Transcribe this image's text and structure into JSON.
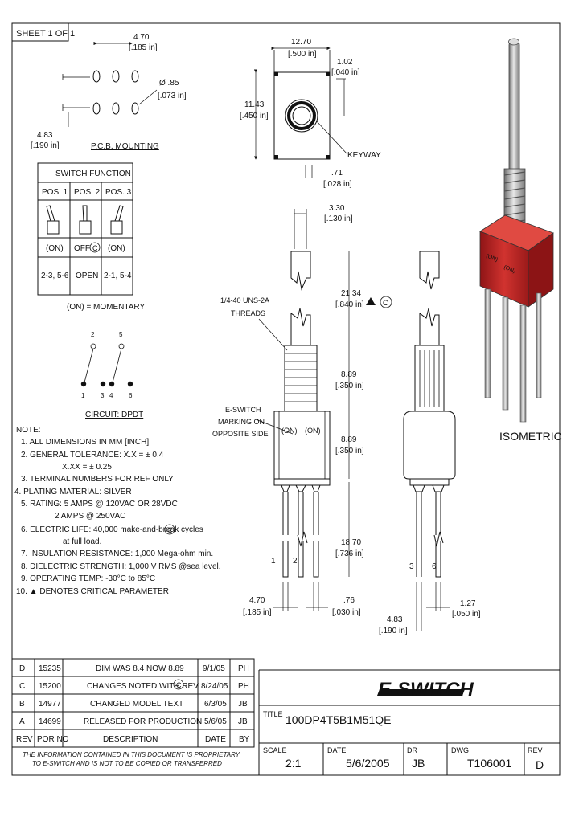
{
  "sheet_label": "SHEET 1 OF 1",
  "pcb": {
    "dim_top": "4.70",
    "dim_top_in": "[.185 in]",
    "hole_dia": "Ø .85",
    "hole_dia_in": "[.073 in]",
    "dim_left": "4.83",
    "dim_left_in": "[.190 in]",
    "title": "P.C.B. MOUNTING"
  },
  "switch_function": {
    "title": "SWITCH FUNCTION",
    "headers": [
      "POS. 1",
      "POS. 2",
      "POS. 3"
    ],
    "state_row": [
      "(ON)",
      "OFF",
      "(ON)"
    ],
    "circuit_row": [
      "2-3, 5-6",
      "OPEN",
      "2-1, 5-4"
    ],
    "critical_mark": "C"
  },
  "momentary_note": "(ON) = MOMENTARY",
  "circuit": {
    "label": "CIRCUIT: DPDT",
    "top_terminals": [
      "2",
      "5"
    ],
    "bottom_terminals": [
      "1",
      "3",
      "4",
      "6"
    ]
  },
  "notes": {
    "heading": "NOTE:",
    "items": [
      "1. ALL DIMENSIONS IN MM [INCH]",
      "2. GENERAL TOLERANCE: X.X = ± 0.4",
      "X.XX = ± 0.25",
      "3. TERMINAL NUMBERS FOR REF ONLY",
      "4. PLATING MATERIAL: SILVER",
      "5. RATING: 5 AMPS @ 120VAC OR 28VDC",
      "2 AMPS @ 250VAC",
      "6. ELECTRIC LIFE: 40,000 make-and-break cycles",
      "at full load.",
      "7. INSULATION RESISTANCE: 1,000 Mega-ohm min.",
      "8. DIELECTRIC STRENGTH: 1,000 V RMS @sea level.",
      "9. OPERATING TEMP: -30°C to 85°C",
      "10. ▲ DENOTES CRITICAL PARAMETER"
    ]
  },
  "top_view": {
    "width_dim": "12.70",
    "width_dim_in": "[.500 in]",
    "height_dim": "11.43",
    "height_dim_in": "[.450 in]",
    "offset_dim": "1.02",
    "offset_dim_in": "[.040 in]",
    "keyway": "KEYWAY",
    "key_dim": ".71",
    "key_dim_in": "[.028 in]"
  },
  "side_view": {
    "bushing_dim": "3.30",
    "bushing_dim_in": "[.130 in]",
    "toggle_len": "21.34",
    "toggle_len_in": "[.840 in]",
    "thread_label_1": "1/4-40 UNS-2A",
    "thread_label_2": "THREADS",
    "bushing_len": "8.89",
    "bushing_len_in": "[.350 in]",
    "body_len": "8.89",
    "body_len_in": "[.350 in]",
    "marking_1": "E-SWITCH",
    "marking_2": "MARKING ON",
    "marking_3": "OPPOSITE SIDE",
    "body_on_left": "(ON)",
    "body_on_right": "(ON)",
    "term_len": "18.70",
    "term_len_in": "[.736 in]",
    "term_nums_front": [
      "1",
      "2"
    ],
    "term_nums_side": [
      "3",
      "6"
    ],
    "term_pitch": "4.70",
    "term_pitch_in": "[.185 in]",
    "term_width": ".76",
    "term_width_in": "[.030 in]",
    "term_thick": "1.27",
    "term_thick_in": "[.050 in]",
    "term_pitch_side": "4.83",
    "term_pitch_side_in": "[.190 in]"
  },
  "isometric_label": "ISOMETRIC",
  "revisions": {
    "rows": [
      {
        "rev": "D",
        "por": "15235",
        "desc": "DIM WAS 8.4 NOW 8.89",
        "date": "9/1/05",
        "by": "PH"
      },
      {
        "rev": "C",
        "por": "15200",
        "desc": "CHANGES NOTED WITH REV",
        "date": "8/24/05",
        "by": "PH"
      },
      {
        "rev": "B",
        "por": "14977",
        "desc": "CHANGED MODEL TEXT",
        "date": "6/3/05",
        "by": "JB"
      },
      {
        "rev": "A",
        "por": "14699",
        "desc": "RELEASED FOR PRODUCTION",
        "date": "5/6/05",
        "by": "JB"
      }
    ],
    "header": {
      "rev": "REV",
      "por": "POR NO",
      "desc": "DESCRIPTION",
      "date": "DATE",
      "by": "BY"
    },
    "rev_c_mark": "C"
  },
  "disclaimer_1": "THE INFORMATION CONTAINED IN THIS DOCUMENT IS PROPRIETARY",
  "disclaimer_2": "TO E-SWITCH AND IS NOT TO BE COPIED OR TRANSFERRED",
  "title_block": {
    "logo": "E-SWITCH",
    "title_label": "TITLE",
    "title_value": "100DP4T5B1M51QE",
    "scale_label": "SCALE",
    "scale_value": "2:1",
    "date_label": "DATE",
    "date_value": "5/6/2005",
    "dr_label": "DR",
    "dr_value": "JB",
    "dwg_label": "DWG",
    "dwg_value": "T106001",
    "rev_label": "REV",
    "rev_value": "D"
  },
  "colors": {
    "switch_body": "#c0282a",
    "pin": "#b8b8b8"
  }
}
